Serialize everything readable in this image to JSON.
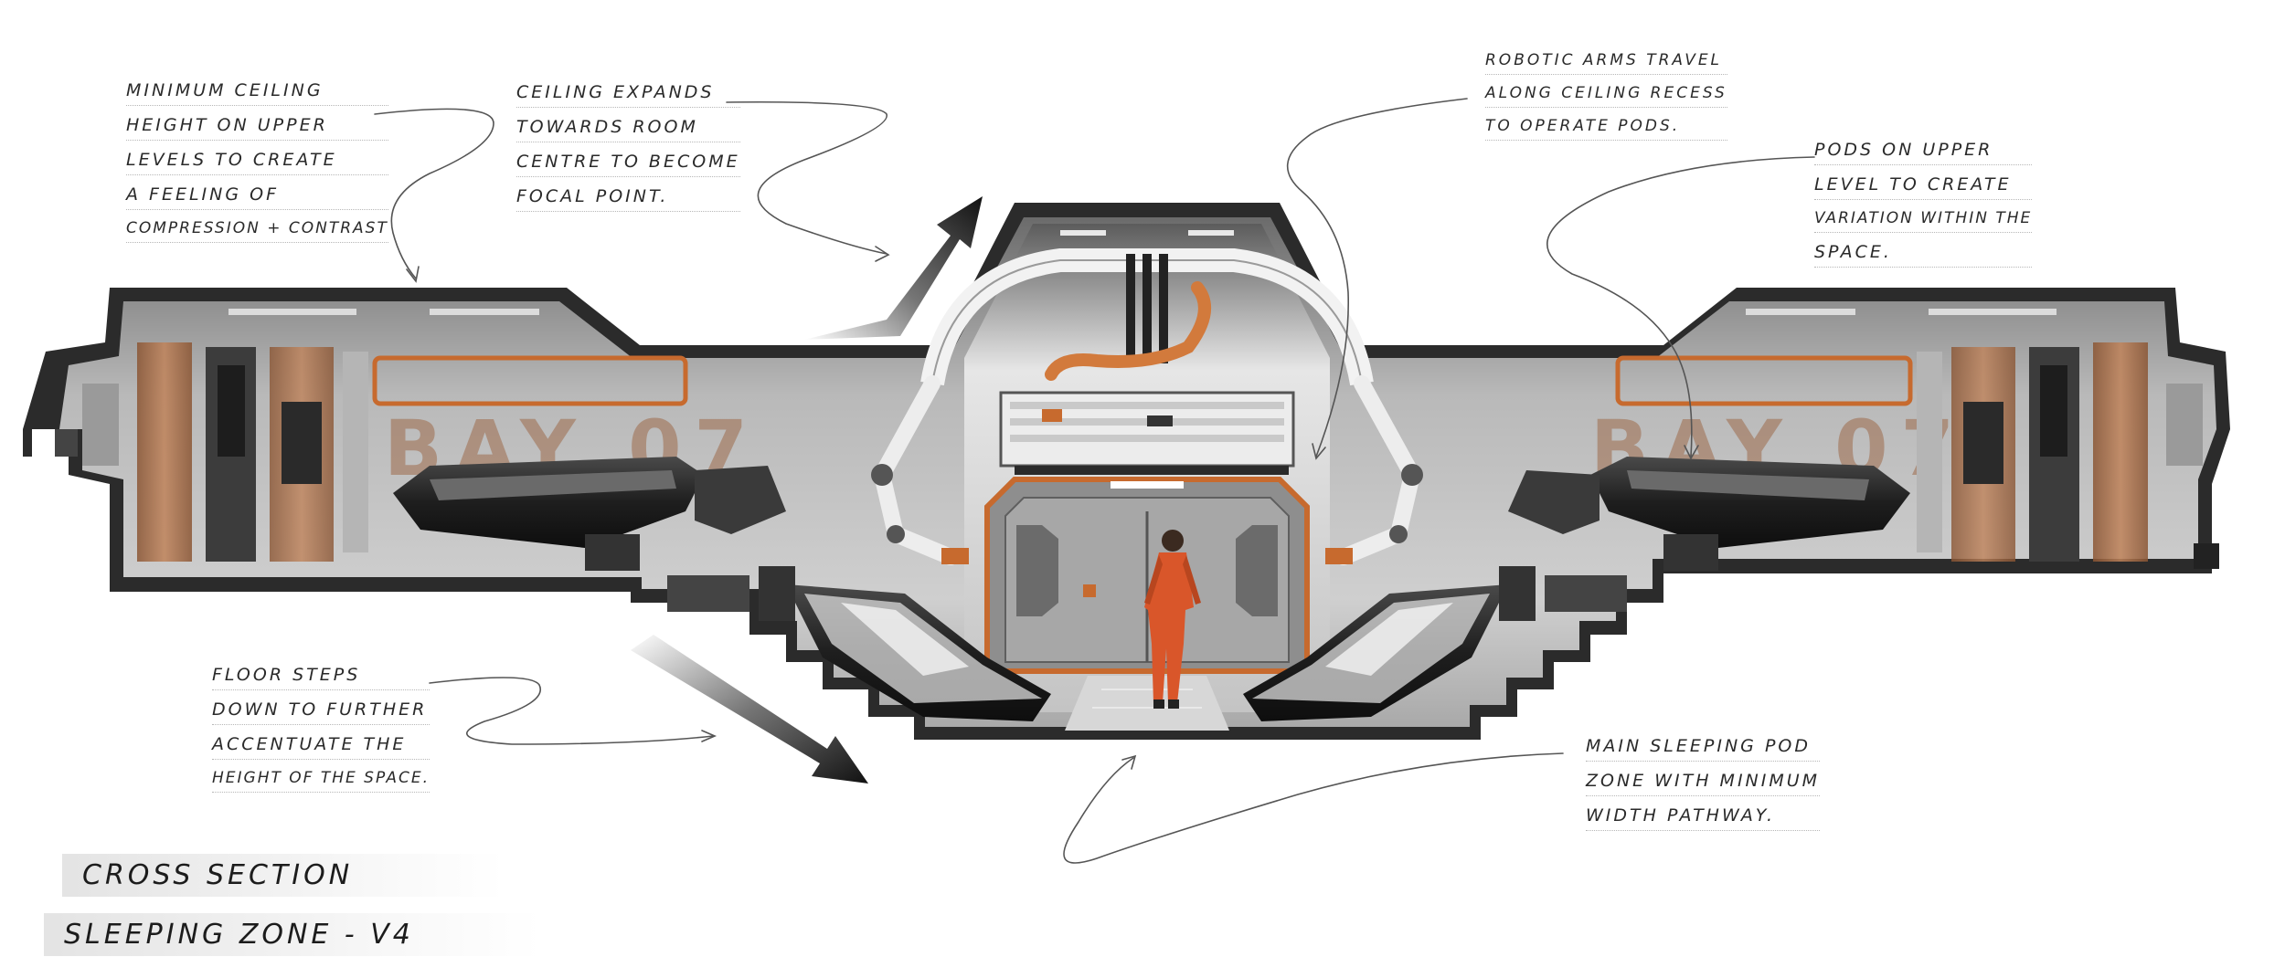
{
  "title": {
    "line1": "Cross Section",
    "line2": "Sleeping Zone - V4"
  },
  "bay_sign": {
    "left": "BAY 07",
    "right": "BAY 07"
  },
  "annotations": {
    "ceiling_height": {
      "lines": [
        "Minimum ceiling",
        "height on upper",
        "levels to create",
        "a feeling of",
        "compression + contrast"
      ]
    },
    "ceiling_expands": {
      "lines": [
        "Ceiling expands",
        "towards room",
        "centre to become",
        "focal point."
      ]
    },
    "robotic_arms": {
      "lines": [
        "Robotic arms travel",
        "along ceiling recess",
        "to operate pods."
      ]
    },
    "upper_pods": {
      "lines": [
        "Pods on upper",
        "level to create",
        "variation within the",
        "space."
      ]
    },
    "floor_steps": {
      "lines": [
        "Floor steps",
        "down to further",
        "accentuate the",
        "height of the space."
      ]
    },
    "main_zone": {
      "lines": [
        "Main sleeping pod",
        "zone with minimum",
        "width pathway."
      ]
    }
  },
  "colors": {
    "accent_orange": "#c76a2e",
    "copper_wall": "#b0714a",
    "hull_dark": "#2b2b2b",
    "panel_grey": "#8d8d8d",
    "interior_light": "#d9d9d9",
    "figure_suit": "#d9562a"
  }
}
